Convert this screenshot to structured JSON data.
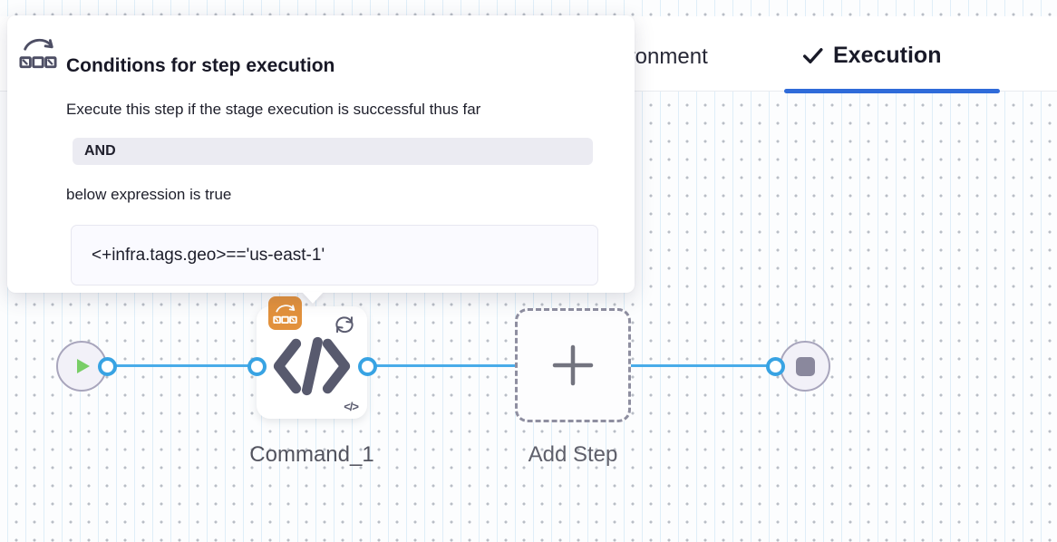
{
  "tabs": {
    "environment": {
      "label": "Environment"
    },
    "execution": {
      "label": "Execution"
    }
  },
  "popover": {
    "title": "Conditions for step execution",
    "description": "Execute this step if the stage execution is successful thus far",
    "operator": "AND",
    "condition_intro": "below expression is true",
    "expression": "<+infra.tags.geo>=='us-east-1'"
  },
  "pipeline": {
    "step_label": "Command_1",
    "add_step_label": "Add Step",
    "mini_code_glyph": "</>"
  },
  "icons": {
    "check": "check-icon",
    "play": "play-icon",
    "stop": "stop-square-icon",
    "plus": "plus-icon",
    "code": "code-icon",
    "loop": "looping-strategy-icon",
    "conditional": "conditional-execution-icon"
  },
  "colors": {
    "accent_blue": "#2f6bd9",
    "connector_blue": "#49ace9",
    "port_blue": "#38a3e3",
    "badge_orange": "#e2913c",
    "success_green": "#79ce67",
    "slate_icon": "#53546a",
    "node_fill": "#f2f1f8"
  }
}
